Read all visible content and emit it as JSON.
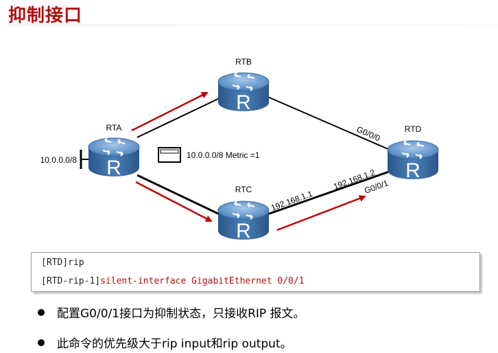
{
  "title": "抑制接口",
  "routers": {
    "rta": {
      "name": "RTA",
      "letter": "R"
    },
    "rtb": {
      "name": "RTB",
      "letter": "R"
    },
    "rtc": {
      "name": "RTC",
      "letter": "R"
    },
    "rtd": {
      "name": "RTD",
      "letter": "R"
    }
  },
  "labels": {
    "network": "10.0.0.0/8",
    "route_info": "10.0.0.0/8 Metric =1",
    "rtd_g000": "G0/0/0",
    "rtd_g001": "G0/0/1",
    "rtc_ip": "192.168.1.1",
    "rtd_ip": "192.168.1.2"
  },
  "colors": {
    "title": "#b01010",
    "arrow": "#c00000",
    "router_body": "#3d6fa3",
    "router_top": "#6f9fcf"
  },
  "code": {
    "line1": "[RTD]rip",
    "line2_prefix": "[RTD-rip-1]",
    "line2_cmd": "silent-interface GigabitEthernet 0/0/1"
  },
  "bullets": [
    "配置G0/0/1接口为抑制状态，只接收RIP 报文。",
    "此命令的优先级大于rip input和rip output。"
  ]
}
